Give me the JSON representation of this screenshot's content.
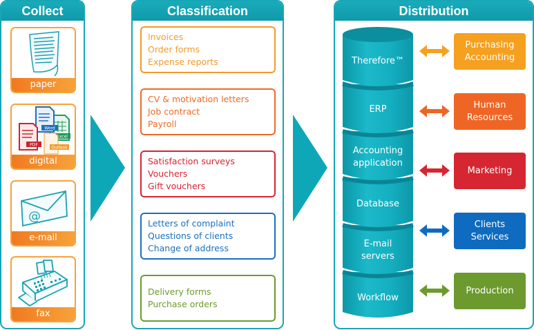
{
  "collect": {
    "title": "Collect",
    "cards": [
      {
        "label": "paper",
        "icon": "paper-document-icon"
      },
      {
        "label": "digital",
        "icon": "digital-files-icon",
        "file_tags": [
          "Word",
          "Excel",
          "PDF",
          "Outlook"
        ]
      },
      {
        "label": "e-mail",
        "icon": "envelope-at-icon",
        "glyph": "@"
      },
      {
        "label": "fax",
        "icon": "fax-machine-icon"
      }
    ]
  },
  "classification": {
    "title": "Classification",
    "groups": [
      {
        "color": "#f39a2c",
        "items": [
          "Invoices",
          "Order forms",
          "Expense reports"
        ]
      },
      {
        "color": "#ef6a25",
        "items": [
          "CV & motivation letters",
          "Job contract",
          "Payroll"
        ]
      },
      {
        "color": "#d9232f",
        "items": [
          "Satisfaction surveys",
          "Vouchers",
          "Gift vouchers"
        ]
      },
      {
        "color": "#1b6fbf",
        "items": [
          "Letters of complaint",
          "Questions of clients",
          "Change of address"
        ]
      },
      {
        "color": "#6c9a2d",
        "items": [
          "Delivery forms",
          "Purchase orders"
        ]
      }
    ]
  },
  "distribution": {
    "title": "Distribution",
    "systems": [
      {
        "line1": "Therefore™",
        "line2": ""
      },
      {
        "line1": "ERP",
        "line2": ""
      },
      {
        "line1": "Accounting",
        "line2": "application"
      },
      {
        "line1": "Database",
        "line2": ""
      },
      {
        "line1": "E-mail",
        "line2": "servers"
      },
      {
        "line1": "Workflow",
        "line2": ""
      }
    ],
    "departments": [
      {
        "line1": "Purchasing",
        "line2": "Accounting",
        "color": "#f6a020"
      },
      {
        "line1": "Human",
        "line2": "Resources",
        "color": "#ef6525"
      },
      {
        "line1": "Marketing",
        "line2": "",
        "color": "#d62631"
      },
      {
        "line1": "Clients",
        "line2": "Services",
        "color": "#0f6bbf"
      },
      {
        "line1": "Production",
        "line2": "",
        "color": "#6c9a2f"
      }
    ]
  },
  "colors": {
    "teal": "#16a6b6",
    "card_orange": "#f7a23b"
  }
}
